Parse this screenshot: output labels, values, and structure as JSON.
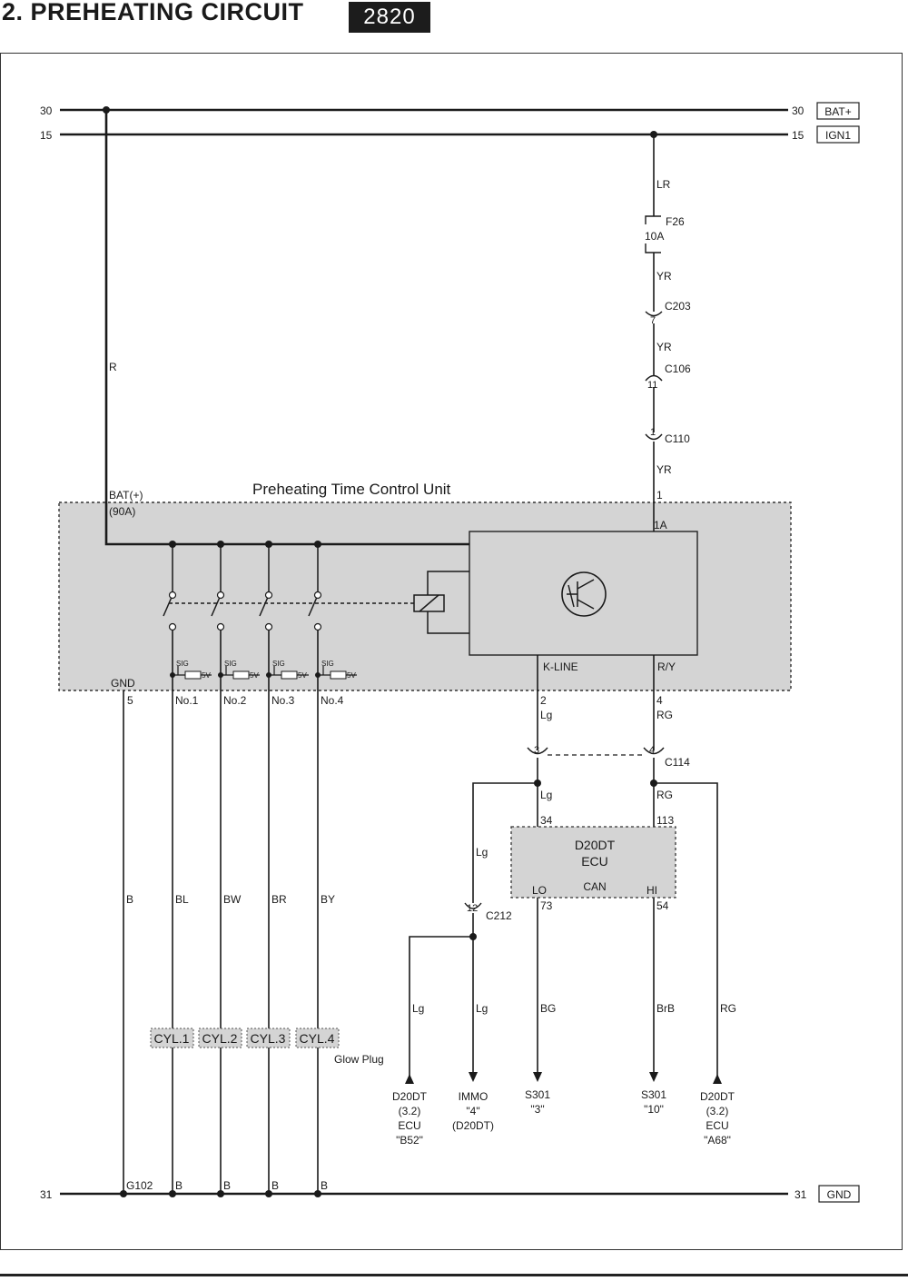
{
  "header": {
    "title": "2.  PREHEATING CIRCUIT",
    "code": "2820"
  },
  "rails": {
    "bat_left": "30",
    "bat_right": "30",
    "bat_label": "BAT+",
    "ign_left": "15",
    "ign_right": "15",
    "ign_label": "IGN1",
    "gnd_left": "31",
    "gnd_right": "31",
    "gnd_label": "GND"
  },
  "wires": {
    "R": "R",
    "LR": "LR",
    "YR": "YR",
    "Lg": "Lg",
    "RG": "RG",
    "B": "B",
    "BL": "BL",
    "BW": "BW",
    "BR": "BR",
    "BY": "BY",
    "BG": "BG",
    "BrB": "BrB"
  },
  "fuse": {
    "name": "F26",
    "rating": "10A"
  },
  "connectors": {
    "C203": {
      "name": "C203",
      "pin": "7"
    },
    "C106": {
      "name": "C106",
      "pin": "11"
    },
    "C110": {
      "name": "C110",
      "pin": "1"
    },
    "C114": {
      "name": "C114",
      "pin_a": "3",
      "pin_b": "4"
    },
    "C212": {
      "name": "C212",
      "pin": "12"
    }
  },
  "control_unit": {
    "title": "Preheating Time Control Unit",
    "bat_label": "BAT(+)",
    "bat_rating": "(90A)",
    "pin_1": "1",
    "pin_1a": "1A",
    "gnd_label": "GND",
    "gnd_pin": "5",
    "k_line": "K-LINE",
    "ry": "R/Y",
    "k_pin": "2",
    "ry_pin": "4",
    "sig": "SIG",
    "v5": "5V",
    "outputs": [
      "No.1",
      "No.2",
      "No.3",
      "No.4"
    ]
  },
  "ecu": {
    "name_1": "D20DT",
    "name_2": "ECU",
    "can": "CAN",
    "lo": "LO",
    "hi": "HI",
    "pin_34": "34",
    "pin_113": "113",
    "pin_73": "73",
    "pin_54": "54"
  },
  "glow_plugs": {
    "cylinders": [
      "CYL.1",
      "CYL.2",
      "CYL.3",
      "CYL.4"
    ],
    "label": "Glow Plug"
  },
  "ground": {
    "name": "G102"
  },
  "destinations": [
    {
      "lines": [
        "D20DT",
        "(3.2)",
        "ECU",
        "\"B52\""
      ]
    },
    {
      "lines": [
        "IMMO",
        "\"4\"",
        "(D20DT)"
      ]
    },
    {
      "lines": [
        "S301",
        "\"3\""
      ]
    },
    {
      "lines": [
        "S301",
        "\"10\""
      ]
    },
    {
      "lines": [
        "D20DT",
        "(3.2)",
        "ECU",
        "\"A68\""
      ]
    }
  ]
}
